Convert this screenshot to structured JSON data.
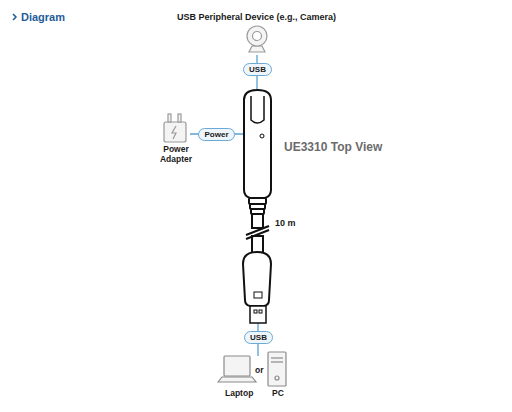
{
  "diagram": {
    "title": "Diagram",
    "nodes": [
      {
        "text": [
          "USB"
        ]
      },
      {
        "text": [
          "Power"
        ]
      },
      {
        "text": [
          "USB"
        ]
      }
    ],
    "labels": [
      "USB Peripheral Device (e.g., Camera)",
      "Power Adapter",
      "UE3310 Top View",
      "10 m",
      "Laptop",
      "or",
      "PC"
    ]
  }
}
